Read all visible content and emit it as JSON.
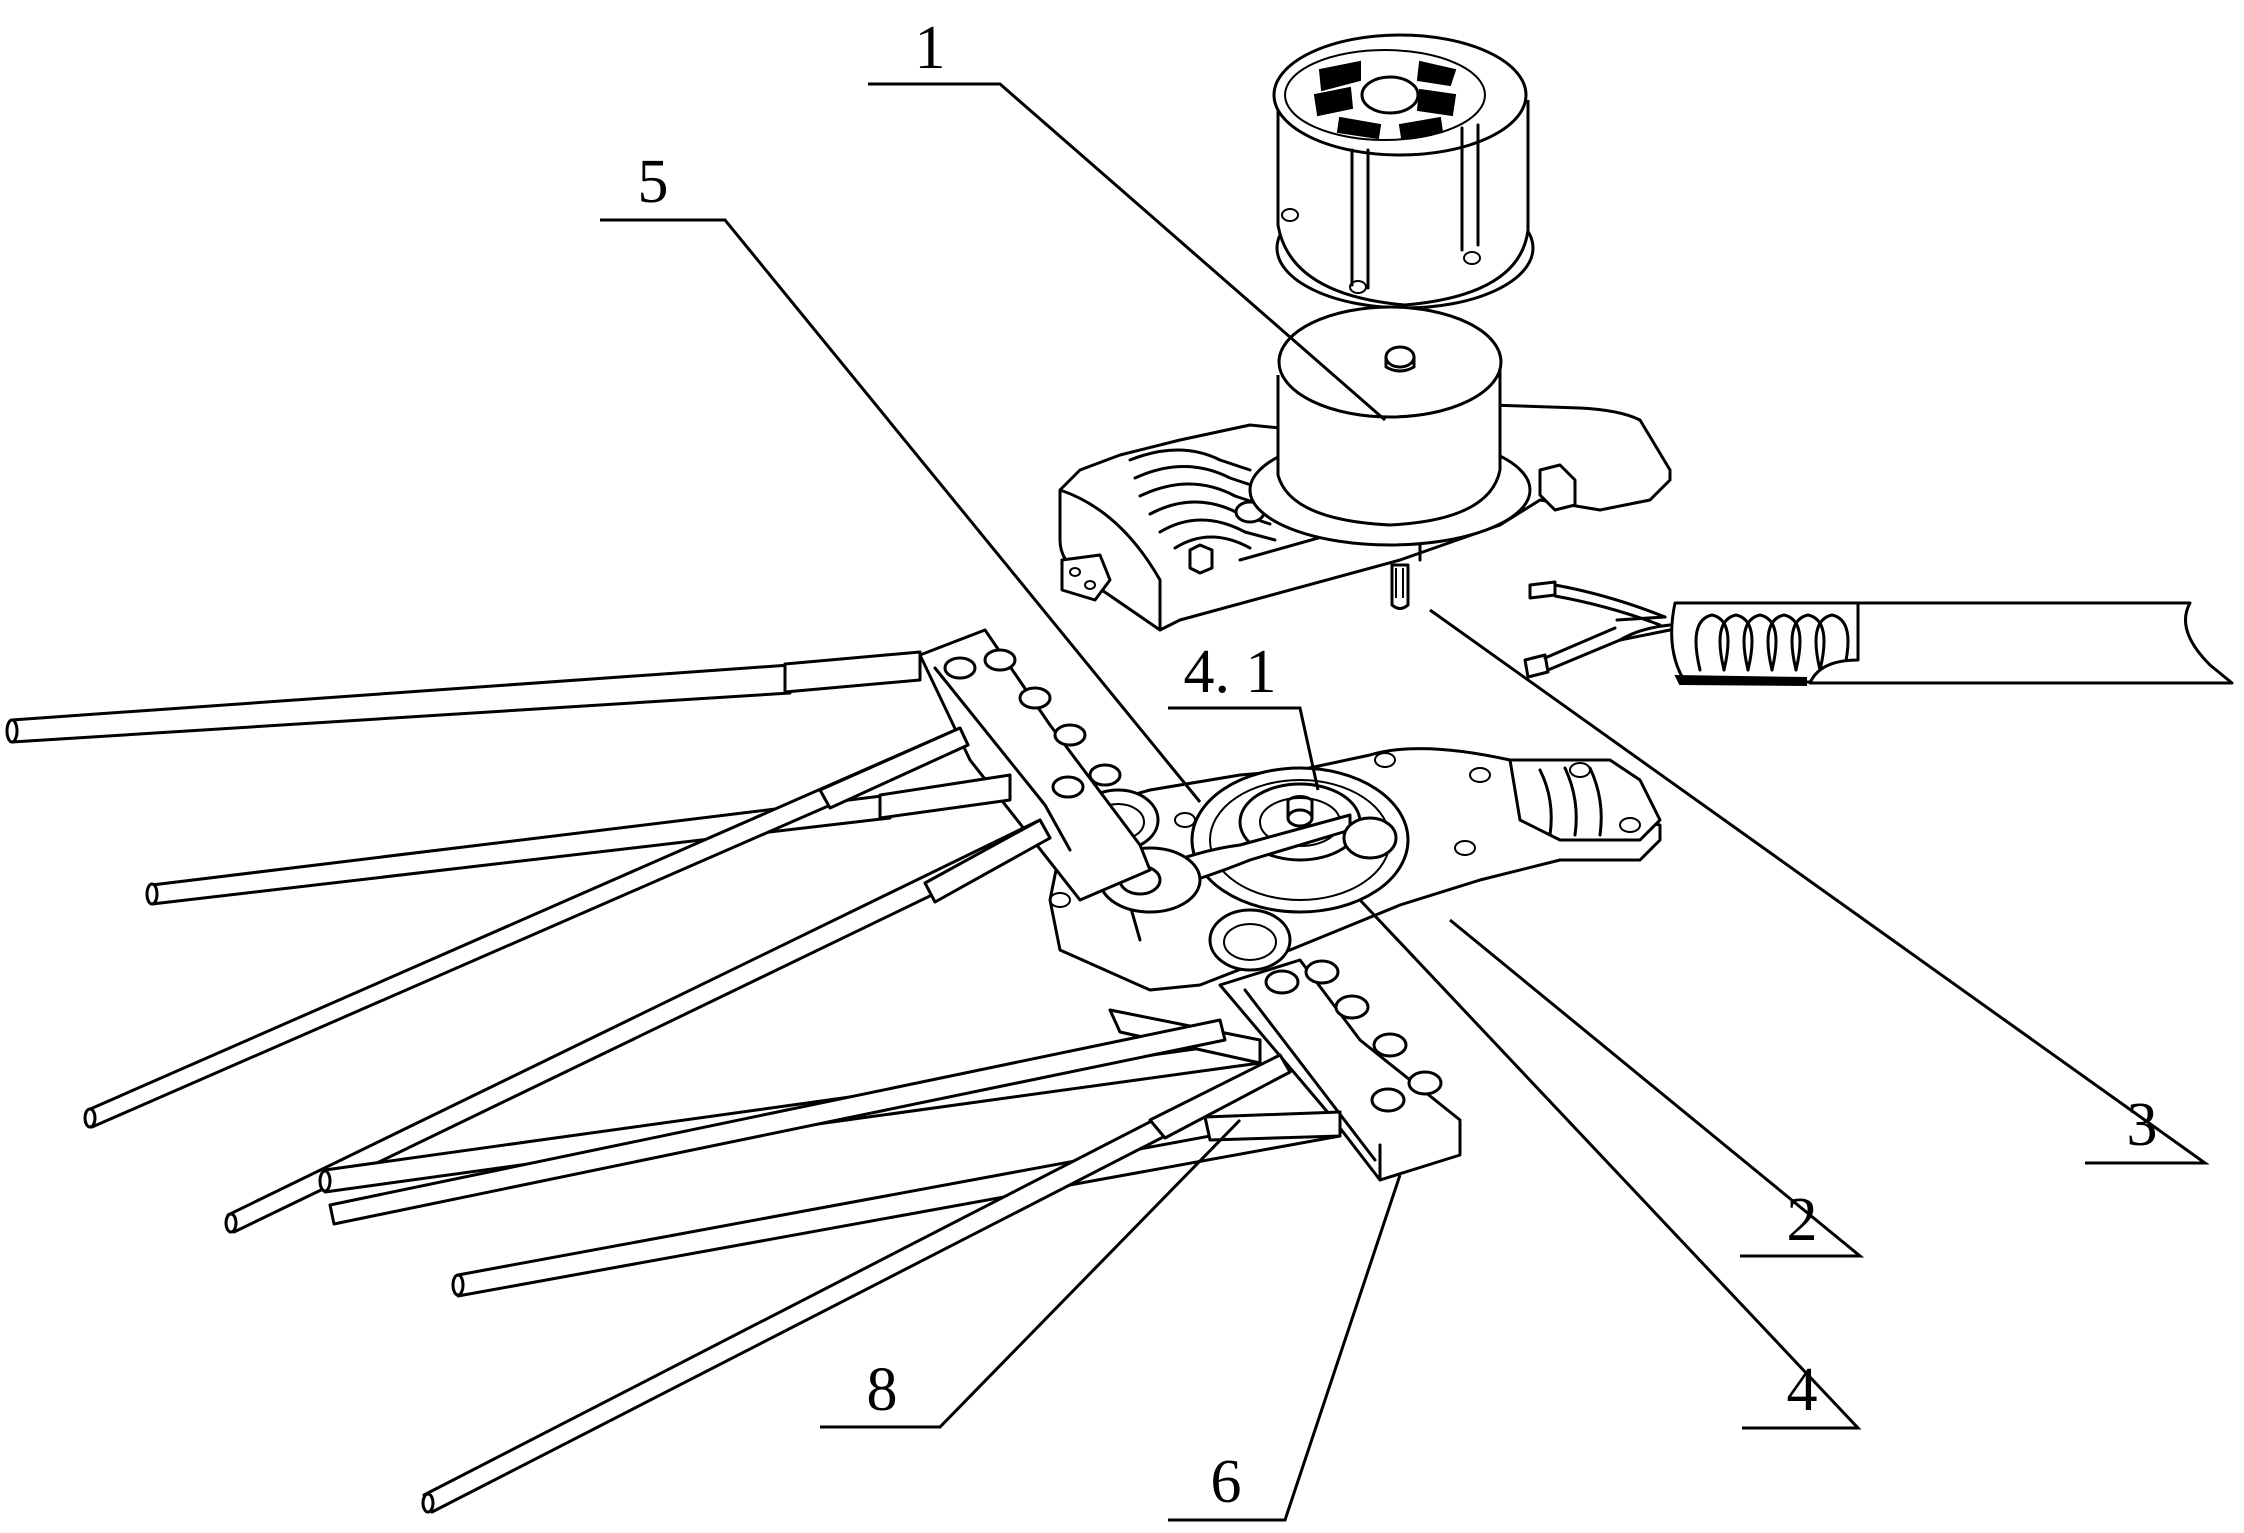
{
  "figure": {
    "type": "exploded-view technical drawing",
    "background": "#ffffff",
    "line_color": "#000000"
  },
  "labels": [
    {
      "id": "1",
      "text": "1",
      "part": "motor cover"
    },
    {
      "id": "2",
      "text": "2",
      "part": "gear housing"
    },
    {
      "id": "3",
      "text": "3",
      "part": "motor output shaft"
    },
    {
      "id": "4",
      "text": "4",
      "part": "gear"
    },
    {
      "id": "4.1",
      "text": "4. 1",
      "part": "eccentric pin"
    },
    {
      "id": "5",
      "text": "5",
      "part": "motor"
    },
    {
      "id": "6",
      "text": "6",
      "part": "rod holder bar"
    },
    {
      "id": "8",
      "text": "8",
      "part": "rod"
    }
  ]
}
